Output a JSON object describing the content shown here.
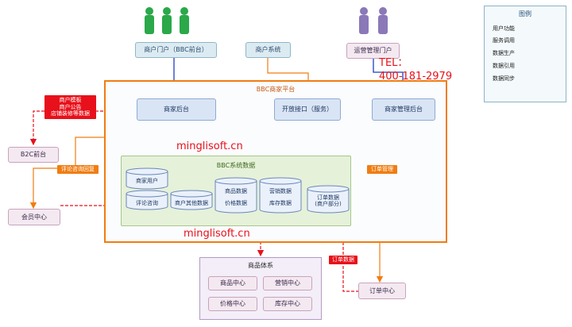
{
  "legend": {
    "title": "图例",
    "items": [
      {
        "label": "用户功能",
        "color": "#1f3fbf",
        "style": "solid"
      },
      {
        "label": "服务调用",
        "color": "#f07d12",
        "style": "solid"
      },
      {
        "label": "数据生产",
        "color": "#9966cc",
        "style": "solid"
      },
      {
        "label": "数据引用",
        "color": "#b07fd6",
        "style": "dashed"
      },
      {
        "label": "数据同步",
        "color": "#e8101a",
        "style": "dashed"
      }
    ]
  },
  "top": {
    "merchant_portal": "商户门户（BBC前台）",
    "merchant_system": "商户系统",
    "ops_portal": "运营管理门户"
  },
  "tel": {
    "line1": "TEL：",
    "line2": "400-181-2979"
  },
  "platform": {
    "title": "BBC商家平台",
    "merchant_backend": "商家后台",
    "open_api": "开放接口（服务）",
    "merchant_mgmt": "商家管理后台"
  },
  "red_note": {
    "line1": "商户模板",
    "line2": "商户公告",
    "line3": "店铺装修等数据"
  },
  "b2c": "B2C前台",
  "member_center": "会员中心",
  "tag_review": "评论咨询回复",
  "tag_order_mgmt": "订单管理",
  "tag_order_data": "订单数据",
  "data_zone": {
    "title": "BBC系统数据",
    "merchant_user": "商家用户",
    "review": "评论咨询",
    "merchant_other": "商户其他数据",
    "goods_data": "商品数据",
    "price_data": "价格数据",
    "marketing_data": "营销数据",
    "stock_data": "库存数据",
    "order_data_l1": "订单数据",
    "order_data_l2": "(商户部分)"
  },
  "watermark1": "minglisoft.cn",
  "watermark2": "minglisoft.cn",
  "goods_system": {
    "title": "商品体系",
    "goods_center": "商品中心",
    "marketing_center": "营销中心",
    "price_center": "价格中心",
    "stock_center": "库存中心"
  },
  "order_center": "订单中心",
  "icons": [
    "user-green-icon",
    "user-purple-icon"
  ]
}
